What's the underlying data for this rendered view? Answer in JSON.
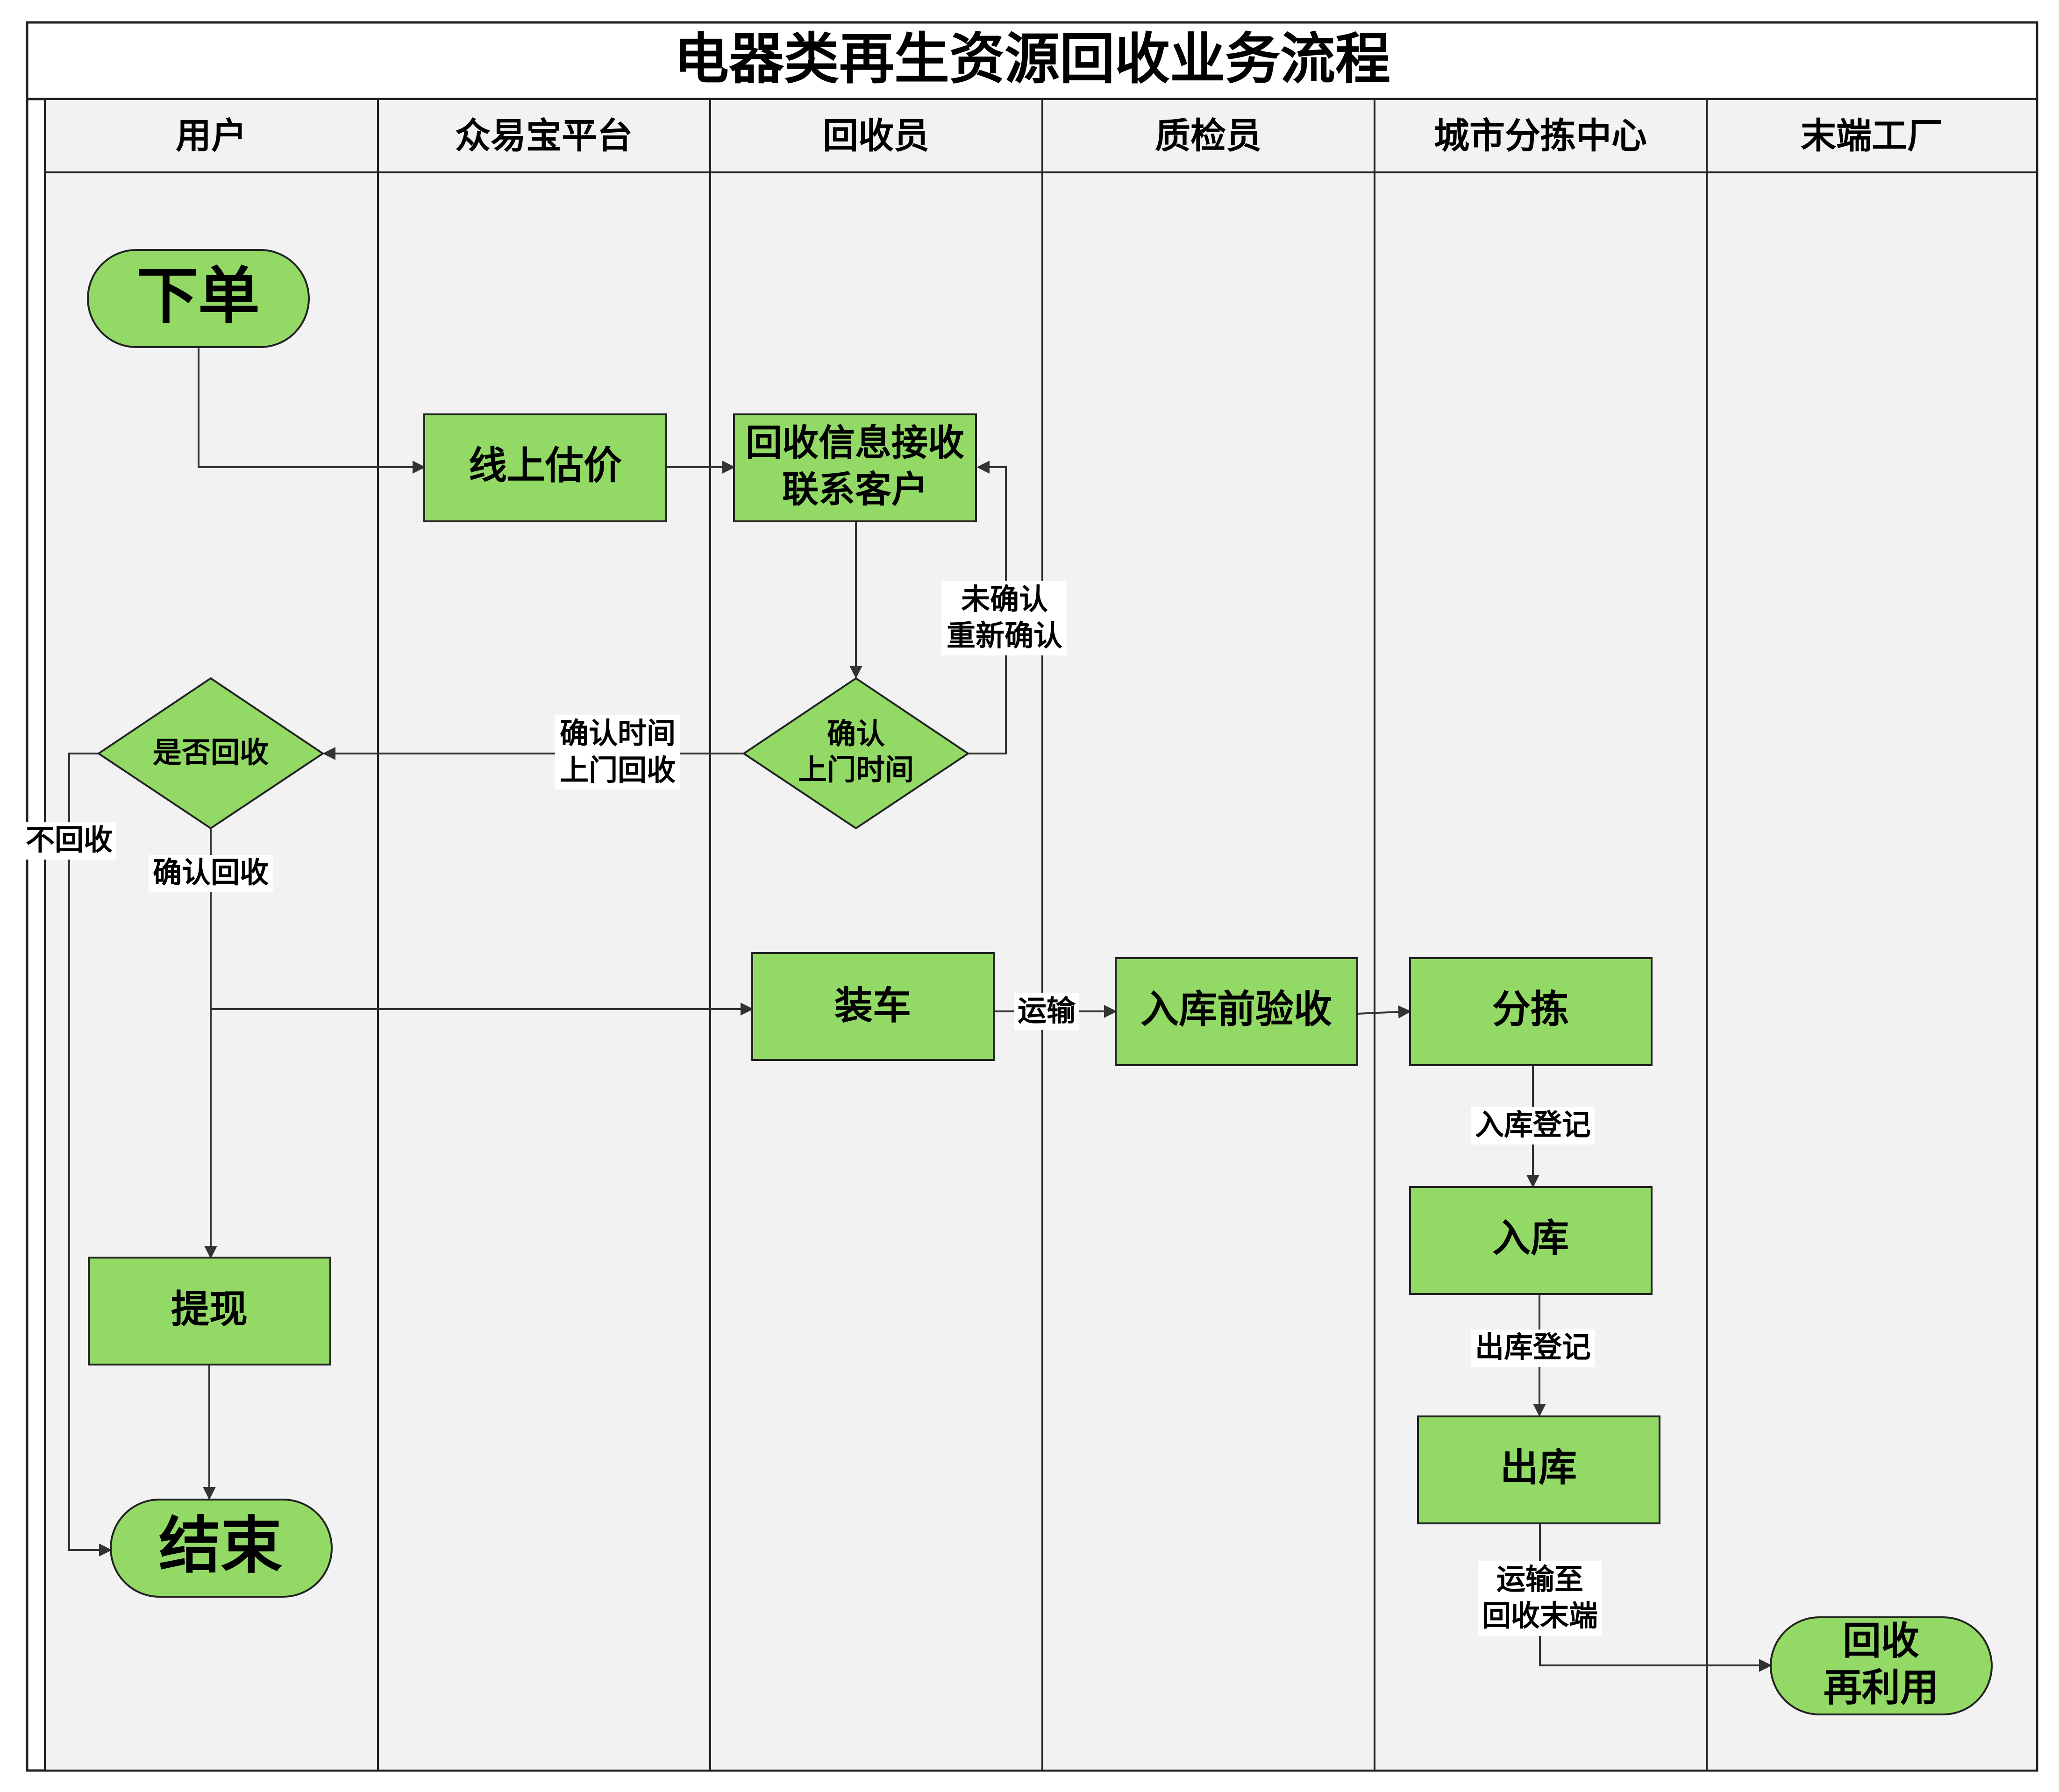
{
  "title": "电器类再生资源回收业务流程",
  "lanes": [
    "用户",
    "众易宝平台",
    "回收员",
    "质检员",
    "城市分拣中心",
    "末端工厂"
  ],
  "nodes": {
    "order": "下单",
    "estimate": "线上估价",
    "receive_line1": "回收信息接收",
    "receive_line2": "联系客户",
    "confirm_line1": "确认",
    "confirm_line2": "上门时间",
    "decide": "是否回收",
    "load": "装车",
    "inspect": "入库前验收",
    "sort": "分拣",
    "stock_in": "入库",
    "stock_out": "出库",
    "withdraw": "提现",
    "end": "结束",
    "reuse_line1": "回收",
    "reuse_line2": "再利用"
  },
  "edge_labels": {
    "unconfirmed_line1": "未确认",
    "unconfirmed_line2": "重新确认",
    "confirm_time_line1": "确认时间",
    "confirm_time_line2": "上门回收",
    "no_recycle": "不回收",
    "confirm_recycle": "确认回收",
    "transport": "运输",
    "stock_in_register": "入库登记",
    "stock_out_register": "出库登记",
    "transport_end_line1": "运输至",
    "transport_end_line2": "回收末端"
  },
  "colors": {
    "node_fill": "#93d966",
    "lane_fill": "#f2f2f2",
    "stroke": "#222222"
  }
}
